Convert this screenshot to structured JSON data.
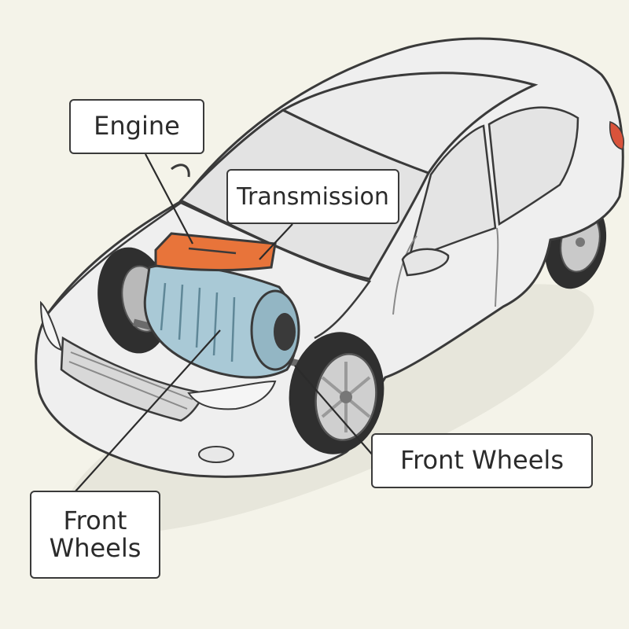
{
  "diagram": {
    "labels": {
      "engine": "Engine",
      "transmission": "Transmission",
      "front_wheels_right": "Front Wheels",
      "front_wheels_left": "Front Wheels"
    },
    "colors": {
      "background": "#f4f3e9",
      "car_body": "#efefef",
      "car_outline": "#3a3a3a",
      "engine_cover": "#e8743a",
      "engine_block": "#a9c9d6",
      "tire": "#2f2f2f",
      "rim": "#c9c9c9",
      "tail_light": "#d9533b"
    }
  }
}
